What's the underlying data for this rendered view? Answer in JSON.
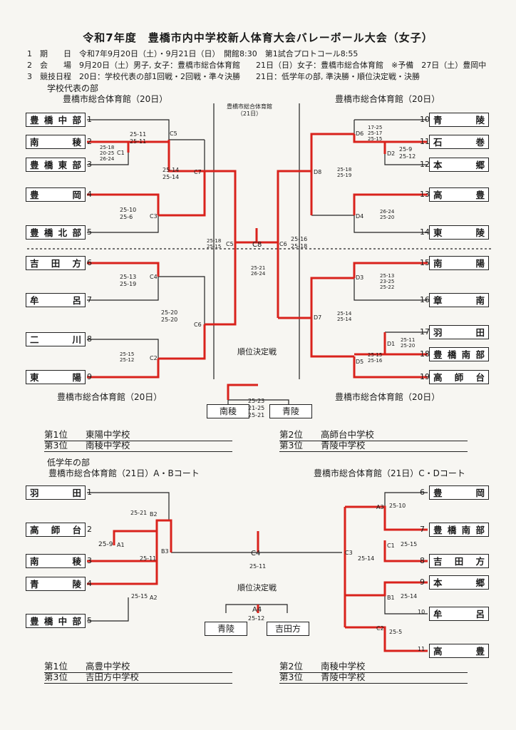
{
  "title": "令和7年度　豊橋市内中学校新人体育大会バレーボール大会（女子）",
  "info": [
    {
      "no": "1",
      "label": "期　　日",
      "text": "令和7年9月20日（土）・9月21日（日）　開館8:30　第1試合プロトコール8:55"
    },
    {
      "no": "2",
      "label": "会　　場",
      "text": "9月20日（土）男子, 女子：豊橋市総合体育館　　21日（日）女子：豊橋市総合体育館　※予備　27日（土）豊岡中"
    },
    {
      "no": "3",
      "label": "競技日程",
      "text": "20日：学校代表の部1回戦・2回戦・準々決勝　　21日：低学年の部, 準決勝・順位決定戦・決勝"
    }
  ],
  "top": {
    "section_title": "学校代表の部",
    "venue_left": "豊橋市総合体育館（20日）",
    "venue_right": "豊橋市総合体育館（20日）",
    "venue_center": "豊橋市総合体育館\n（21日）",
    "venue_bottom_left": "豊橋市総合体育館（20日）",
    "venue_bottom_right": "豊橋市総合体育館（20日）",
    "left_teams": [
      "豊橋中部",
      "南　稜",
      "豊橋東部",
      "豊　岡",
      "豊橋北部",
      "吉田方",
      "牟　呂",
      "二　川",
      "東　陽"
    ],
    "left_nums": [
      "1",
      "2",
      "3",
      "4",
      "5",
      "6",
      "7",
      "8",
      "9"
    ],
    "right_teams": [
      "青　陵",
      "石　巻",
      "本　郷",
      "高　豊",
      "東　陵",
      "南　陽",
      "章　南",
      "羽　田",
      "豊橋南部",
      "高師台"
    ],
    "right_nums": [
      "10",
      "11",
      "12",
      "13",
      "14",
      "15",
      "16",
      "17",
      "18",
      "19"
    ],
    "match_labels": {
      "C1": "C1",
      "C2": "C2",
      "C3": "C3",
      "C4": "C4",
      "C5": "C5",
      "C6": "C6",
      "C7": "C7",
      "C5b": "C5",
      "C8": "C8",
      "C6b": "C6",
      "D1": "D1",
      "D2": "D2",
      "D3": "D3",
      "D4": "D4",
      "D5": "D5",
      "D6": "D6",
      "D7": "D7",
      "D8": "D8"
    },
    "scores": {
      "c1": "25-18\n20-25\n26-24",
      "c5": "25-11\n25-11",
      "c7": "25-14\n25-14",
      "c3": "25-10\n25-6",
      "c5b": "25-18\n25-15",
      "c8": "25-21\n26-24",
      "c6b": "25-16\n25-18",
      "c4": "25-13\n25-19",
      "c6": "25-20\n25-20",
      "c2": "25-15\n25-12",
      "d6": "17-25\n25-17\n25-15",
      "d2": "25-9\n25-12",
      "d8": "25-18\n25-19",
      "d4": "26-24\n25-20",
      "d3": "25-13\n23-25\n25-22",
      "d7": "25-14\n25-14",
      "d1": "25-11\n25-20",
      "d5": "25-15\n25-16"
    },
    "placement_title": "順位決定戦",
    "placement_left": "南稜",
    "placement_right": "青陵",
    "placement_score": "25-23\n21-25\n25-21",
    "results": [
      {
        "rank": "第1位",
        "team": "東陽中学校"
      },
      {
        "rank": "第3位",
        "team": "南稜中学校"
      },
      {
        "rank": "第2位",
        "team": "高師台中学校"
      },
      {
        "rank": "第3位",
        "team": "青陵中学校"
      }
    ]
  },
  "bottom": {
    "section_title": "低学年の部",
    "venue_left": "豊橋市総合体育館（21日）A・Bコート",
    "venue_right": "豊橋市総合体育館（21日）C・Dコート",
    "left_teams": [
      "羽　田",
      "高師台",
      "南　稜",
      "青　陵",
      "豊橋中部"
    ],
    "left_nums": [
      "1",
      "2",
      "3",
      "4",
      "5"
    ],
    "right_teams": [
      "豊　岡",
      "豊橋南部",
      "吉田方",
      "本　郷",
      "牟　呂",
      "高　豊"
    ],
    "right_nums": [
      "6",
      "7",
      "8",
      "9",
      "10",
      "11"
    ],
    "labels": {
      "A1": "A1",
      "A2": "A2",
      "A3": "A3",
      "A4": "A4",
      "B1": "B1",
      "B2": "B2",
      "B3": "B3",
      "C1": "C1",
      "C2": "C2",
      "C3": "C3",
      "C4": "C4"
    },
    "scores": {
      "b2": "25-21",
      "a1": "25-9",
      "b3": "25-11",
      "a2": "25-15",
      "c4": "25-11",
      "a3": "25-10",
      "c1": "25-15",
      "c3": "25-14",
      "b1": "25-14",
      "c2": "25-5"
    },
    "placement_title": "順位決定戦",
    "placement_left": "青陵",
    "placement_right": "吉田方",
    "placement_score": "25-12",
    "results": [
      {
        "rank": "第1位",
        "team": "高豊中学校"
      },
      {
        "rank": "第3位",
        "team": "吉田方中学校"
      },
      {
        "rank": "第2位",
        "team": "南稜中学校"
      },
      {
        "rank": "第3位",
        "team": "青陵中学校"
      }
    ]
  },
  "colors": {
    "winner_line": "#d9221c",
    "line": "#222222"
  }
}
